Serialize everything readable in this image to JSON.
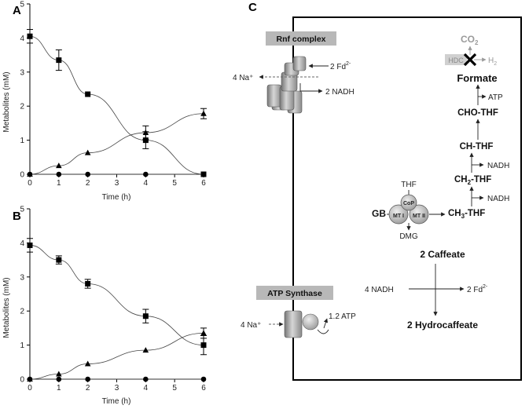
{
  "chart_data": [
    {
      "panel": "A",
      "type": "line",
      "xlabel": "Time (h)",
      "ylabel": "Metabolites (mM)",
      "xlim": [
        0,
        6
      ],
      "ylim": [
        0,
        5
      ],
      "xticks": [
        "0",
        "1",
        "2",
        "3",
        "4",
        "5",
        "6"
      ],
      "yticks": [
        "0",
        "1",
        "2",
        "3",
        "4",
        "5"
      ],
      "series": [
        {
          "marker": "square",
          "x": [
            0,
            1,
            2,
            4,
            6
          ],
          "values": [
            4.05,
            3.35,
            2.35,
            1.0,
            0.0
          ],
          "err": [
            0.2,
            0.3,
            0.03,
            0.25,
            0.02
          ]
        },
        {
          "marker": "triangle",
          "x": [
            0,
            1,
            2,
            4,
            6
          ],
          "values": [
            0.0,
            0.25,
            0.63,
            1.22,
            1.78
          ],
          "err": [
            0.02,
            0.02,
            0.03,
            0.2,
            0.15
          ]
        },
        {
          "marker": "circle",
          "x": [
            0,
            1,
            2,
            4,
            6
          ],
          "values": [
            0.0,
            0.0,
            0.0,
            0.0,
            0.0
          ],
          "err": [
            0,
            0,
            0,
            0,
            0
          ]
        }
      ]
    },
    {
      "panel": "B",
      "type": "line",
      "xlabel": "Time (h)",
      "ylabel": "Metabolites (mM)",
      "xlim": [
        0,
        6
      ],
      "ylim": [
        0,
        5
      ],
      "xticks": [
        "0",
        "1",
        "2",
        "3",
        "4",
        "5",
        "6"
      ],
      "yticks": [
        "0",
        "1",
        "2",
        "3",
        "4",
        "5"
      ],
      "series": [
        {
          "marker": "square",
          "x": [
            0,
            1,
            2,
            4,
            6
          ],
          "values": [
            3.93,
            3.5,
            2.8,
            1.85,
            1.0
          ],
          "err": [
            0.2,
            0.12,
            0.13,
            0.2,
            0.28
          ]
        },
        {
          "marker": "triangle",
          "x": [
            0,
            1,
            2,
            4,
            6
          ],
          "values": [
            0.0,
            0.15,
            0.45,
            0.85,
            1.35
          ],
          "err": [
            0.02,
            0.02,
            0.03,
            0.03,
            0.15
          ]
        },
        {
          "marker": "circle",
          "x": [
            0,
            1,
            2,
            4,
            6
          ],
          "values": [
            0.0,
            0.0,
            0.0,
            0.0,
            0.0
          ],
          "err": [
            0,
            0,
            0,
            0,
            0
          ]
        }
      ]
    }
  ],
  "diagram": {
    "panel": "C",
    "rnf": {
      "title": "Rnf complex",
      "fd": "2 Fd",
      "fd_sup": "2-",
      "na": "4 Na⁺",
      "nadh": "2 NADH"
    },
    "atp": {
      "title": "ATP Synthase",
      "na": "4 Na⁺",
      "atp": "1.2 ATP"
    },
    "top": {
      "co2": "CO",
      "co2_sub": "2",
      "hdc": "HDC",
      "h2": "H",
      "h2_sub": "2"
    },
    "pathway": {
      "formate": "Formate",
      "atp": "ATP",
      "cho_thf": "CHO-THF",
      "ch_thf": "CH-THF",
      "nadh1": "NADH",
      "ch2_pre": "CH",
      "ch2_sub": "2",
      "ch2_post": "-THF",
      "nadh2": "NADH",
      "ch3_pre": "CH",
      "ch3_sub": "3",
      "ch3_post": "-THF"
    },
    "mt": {
      "thf": "THF",
      "cop": "CoP",
      "mt1": "MT I",
      "mt2": "MT II",
      "gb": "GB",
      "dmg": "DMG"
    },
    "caffeate": {
      "title": "2 Caffeate",
      "nadh": "4 NADH",
      "fd": "2 Fd",
      "fd_sup": "2-",
      "product": "2 Hydrocaffeate"
    }
  }
}
